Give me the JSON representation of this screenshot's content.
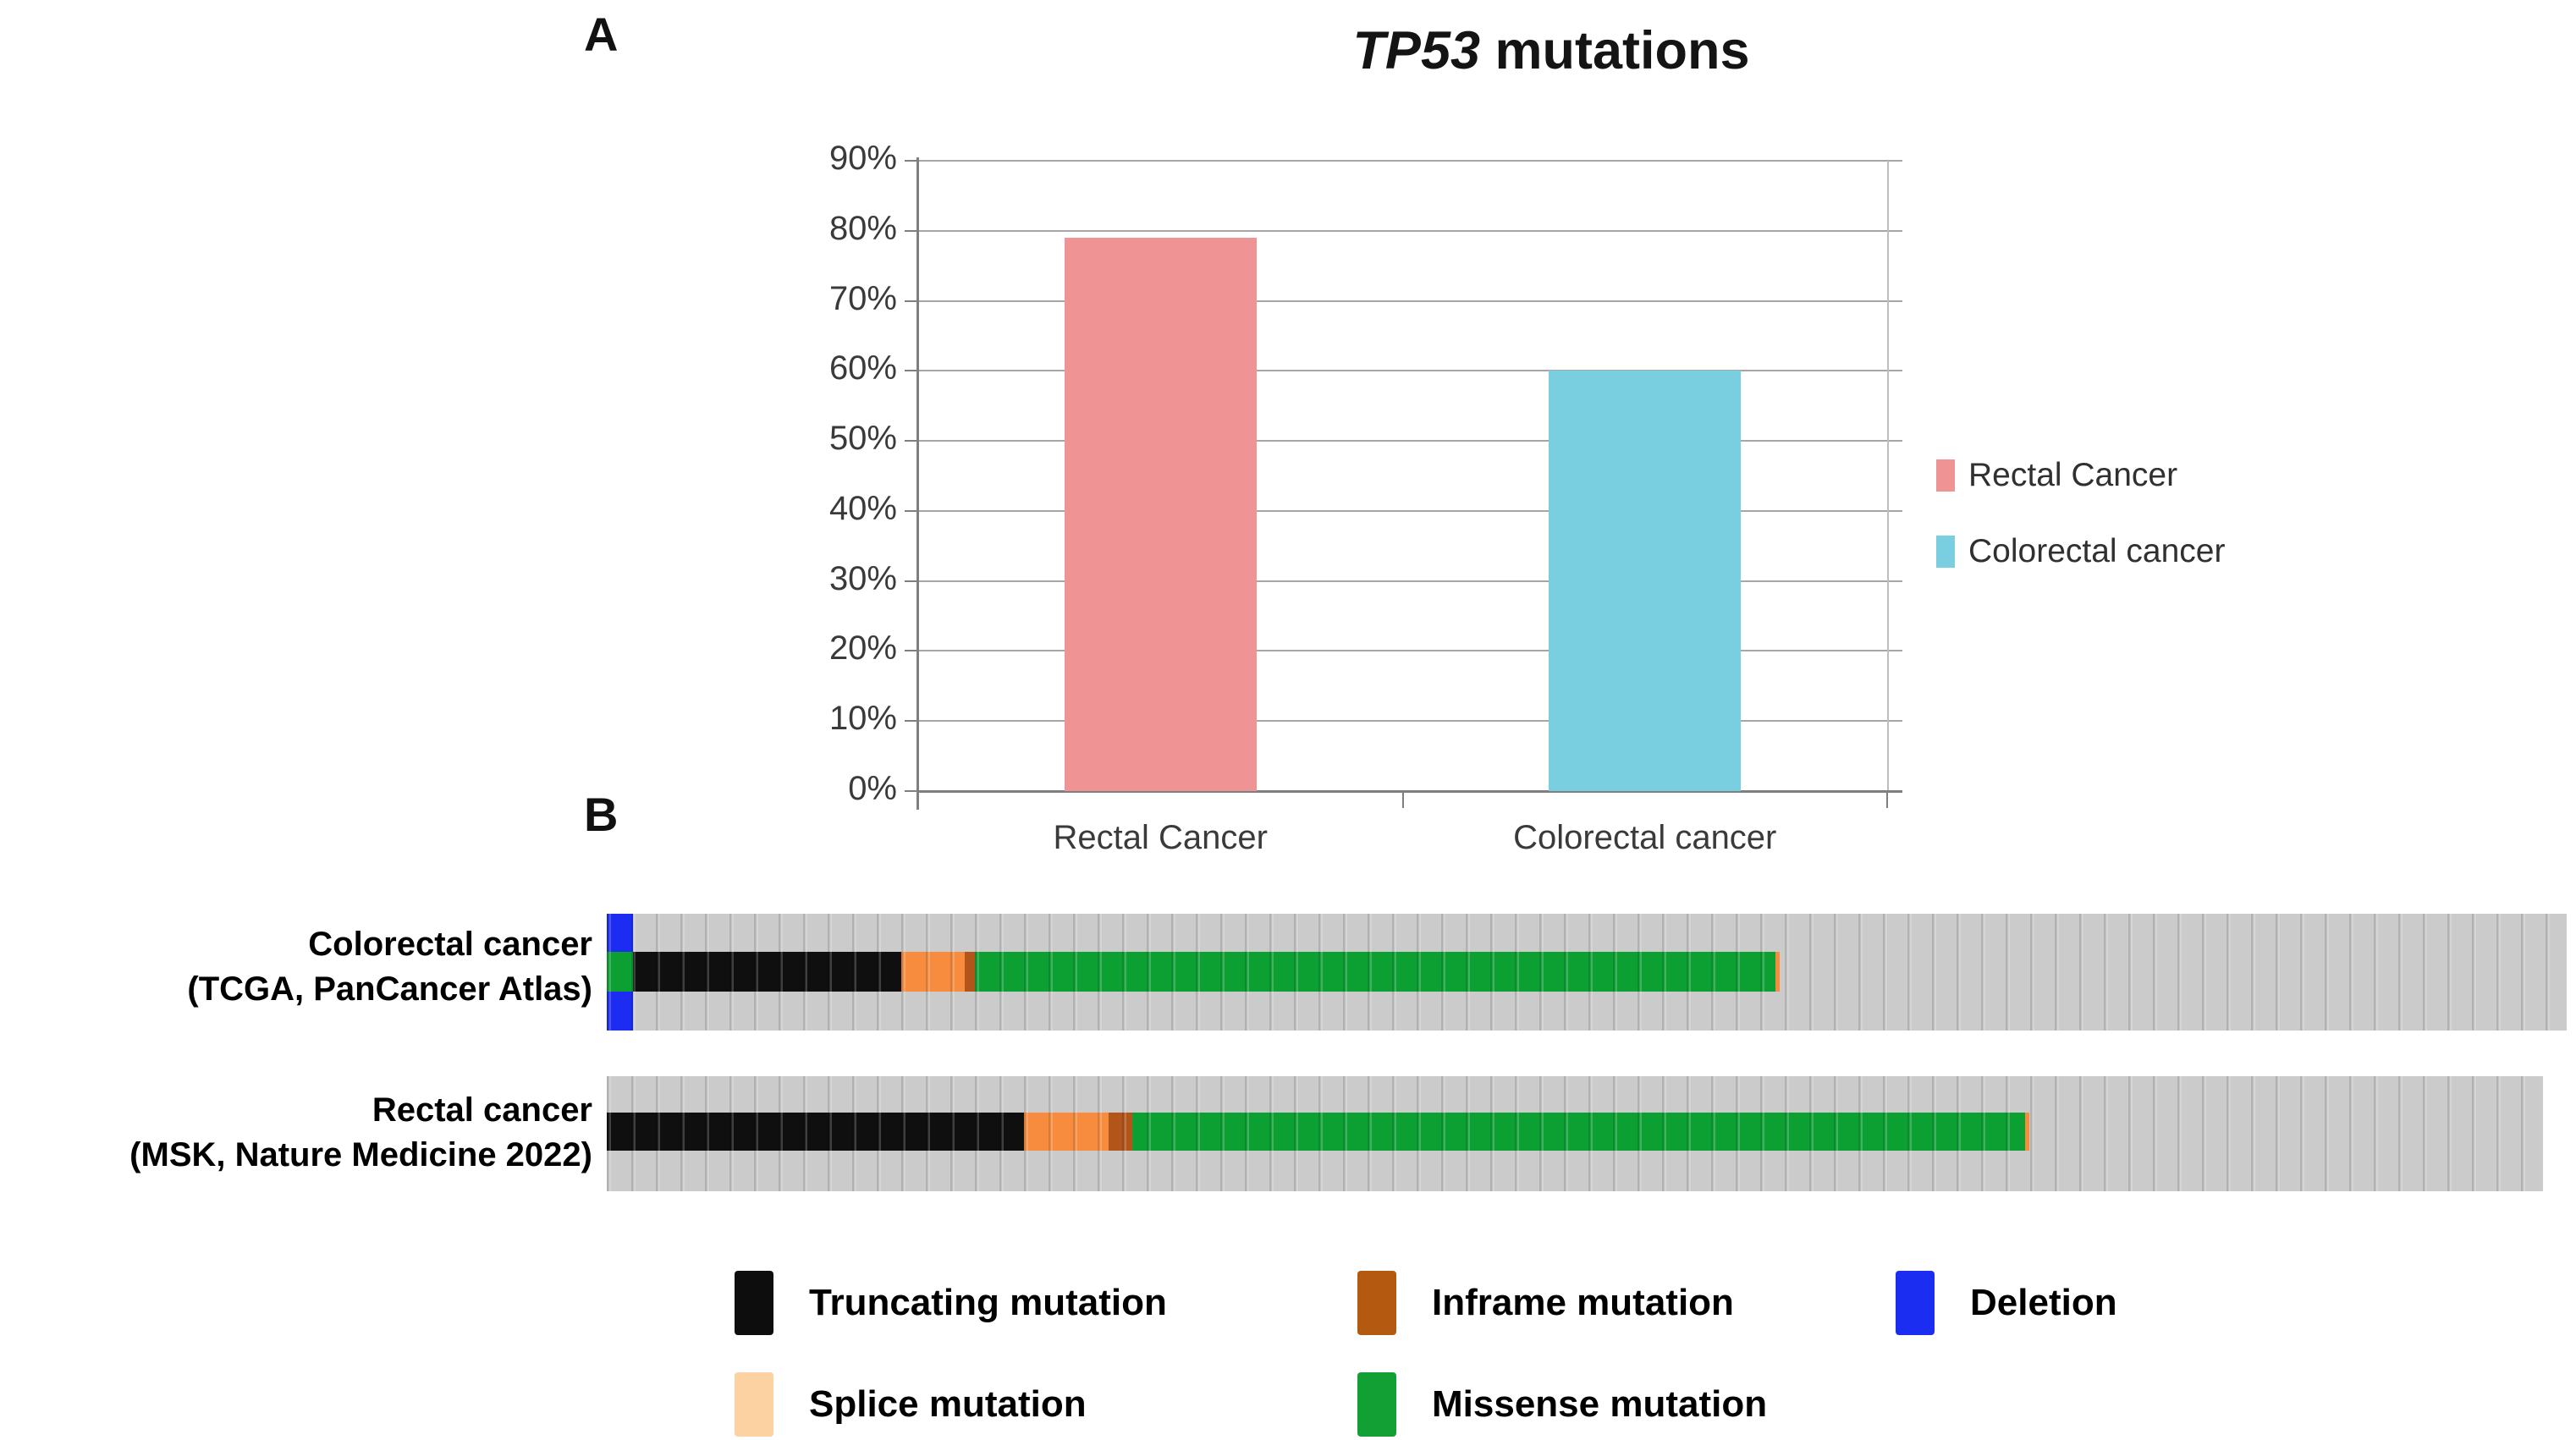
{
  "figure": {
    "panel_a_label": "A",
    "panel_b_label": "B",
    "title": {
      "gene": "TP53",
      "rest": " mutations"
    }
  },
  "chart_data": [
    {
      "type": "bar",
      "title": "TP53 mutations",
      "categories": [
        "Rectal Cancer",
        "Colorectal cancer"
      ],
      "values": [
        79,
        60
      ],
      "value_unit": "percent",
      "xlabel": "",
      "ylabel": "",
      "ylim": [
        0,
        90
      ],
      "ytick_step": 10,
      "ytick_labels": [
        "0%",
        "10%",
        "20%",
        "30%",
        "40%",
        "50%",
        "60%",
        "70%",
        "80%",
        "90%"
      ],
      "grid": true,
      "legend_position": "right",
      "legend_entries": [
        {
          "label": "Rectal Cancer",
          "color": "#ef9394"
        },
        {
          "label": "Colorectal cancer",
          "color": "#79cfe0"
        }
      ]
    },
    {
      "type": "heatmap",
      "subtype": "oncoprint",
      "description": "TP53 mutation tracks; x axis = fraction of cohort samples, colored center band = mutation type per sample",
      "colors": {
        "truncating": "#0f0f0f",
        "splice": "#f78c3e",
        "inframe": "#b2551b",
        "missense": "#0ca033",
        "deletion": "#1c2cf0",
        "unaltered": "#cbcbcb"
      },
      "tracks": [
        {
          "label_line1": "Colorectal cancer",
          "label_line2": "(TCGA, PanCancer Atlas)",
          "full_segments": [
            {
              "type": "deletion",
              "start": 0.0,
              "end": 0.0134
            }
          ],
          "band_segments": [
            {
              "type": "missense",
              "start": 0.0,
              "end": 0.0134
            },
            {
              "type": "truncating",
              "start": 0.0134,
              "end": 0.1503
            },
            {
              "type": "splice",
              "start": 0.1503,
              "end": 0.1826
            },
            {
              "type": "inframe",
              "start": 0.1826,
              "end": 0.1878
            },
            {
              "type": "missense",
              "start": 0.1878,
              "end": 0.5963
            },
            {
              "type": "splice",
              "start": 0.5963,
              "end": 0.5985
            }
          ]
        },
        {
          "label_line1": "Rectal cancer",
          "label_line2": "(MSK, Nature Medicine 2022)",
          "full_segments": [],
          "band_segments": [
            {
              "type": "truncating",
              "start": 0.0,
              "end": 0.2155
            },
            {
              "type": "splice",
              "start": 0.2155,
              "end": 0.2592
            },
            {
              "type": "inframe",
              "start": 0.2592,
              "end": 0.2714
            },
            {
              "type": "missense",
              "start": 0.2714,
              "end": 0.7325
            },
            {
              "type": "splice",
              "start": 0.7325,
              "end": 0.7347
            }
          ]
        }
      ],
      "legend": [
        {
          "label": "Truncating mutation",
          "color": "#0d0d0d",
          "row": 0,
          "col": 0
        },
        {
          "label": "Inframe mutation",
          "color": "#b35a10",
          "row": 0,
          "col": 1
        },
        {
          "label": "Deletion",
          "color": "#1b2df0",
          "row": 0,
          "col": 2
        },
        {
          "label": "Splice mutation",
          "color": "#fcd2a2",
          "row": 1,
          "col": 0
        },
        {
          "label": "Missense mutation",
          "color": "#12a035",
          "row": 1,
          "col": 1
        }
      ]
    }
  ]
}
